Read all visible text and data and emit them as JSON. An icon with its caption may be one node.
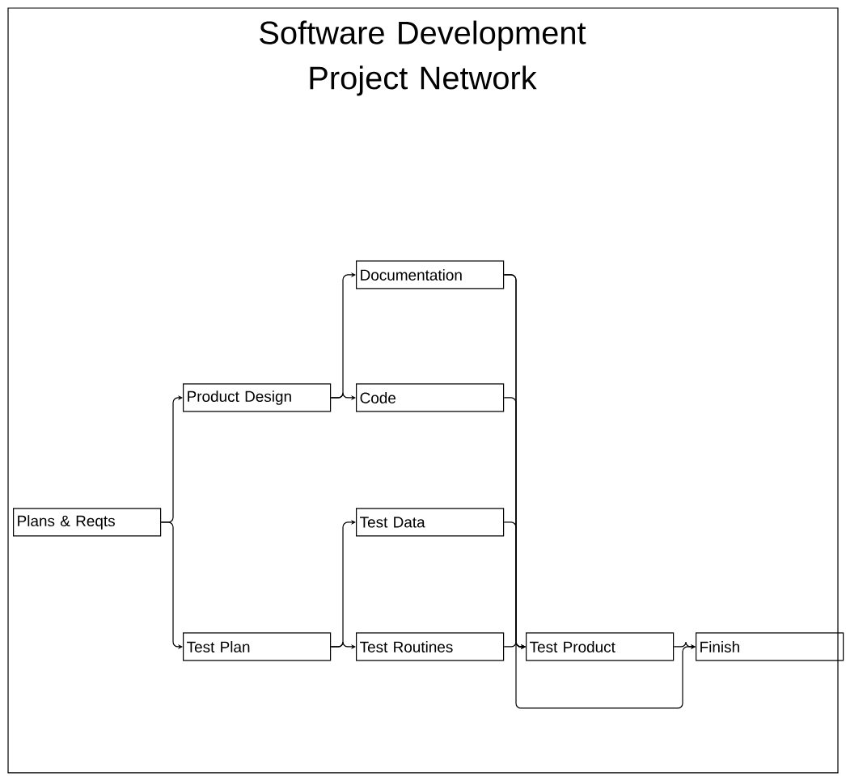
{
  "diagram": {
    "title": "Software Development Project Network",
    "nodes": [
      {
        "text": [
          "Plans & Reqts"
        ]
      },
      {
        "text": [
          "Product Design"
        ]
      },
      {
        "text": [
          "Test Plan"
        ]
      },
      {
        "text": [
          "Documentation"
        ]
      },
      {
        "text": [
          "Code"
        ]
      },
      {
        "text": [
          "Test Data"
        ]
      },
      {
        "text": [
          "Test Routines"
        ]
      },
      {
        "text": [
          "Test Product"
        ]
      },
      {
        "text": [
          "Finish"
        ]
      }
    ],
    "edges": [
      {
        "from": 0,
        "to": 1,
        "arrow": "to"
      },
      {
        "from": 0,
        "to": 2,
        "arrow": "to"
      },
      {
        "from": 1,
        "to": 3,
        "arrow": "to"
      },
      {
        "from": 1,
        "to": 4,
        "arrow": "to"
      },
      {
        "from": 2,
        "to": 5,
        "arrow": "to"
      },
      {
        "from": 2,
        "to": 6,
        "arrow": "to"
      },
      {
        "from": 3,
        "to": 7,
        "arrow": "to"
      },
      {
        "from": 4,
        "to": 7,
        "arrow": "to"
      },
      {
        "from": 5,
        "to": 7,
        "arrow": "to"
      },
      {
        "from": 6,
        "to": 7,
        "arrow": "to"
      },
      {
        "from": 3,
        "to": 8,
        "arrow": "to"
      },
      {
        "from": 7,
        "to": 8,
        "arrow": "to"
      }
    ]
  }
}
